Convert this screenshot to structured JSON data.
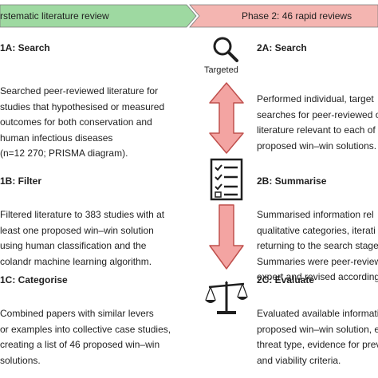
{
  "colors": {
    "phase1_fill": "#9ed9a1",
    "phase2_fill": "#f4b5b1",
    "arrow_fill": "#f3a4a2",
    "arrow_stroke": "#c0504d",
    "text": "#1f1f1f"
  },
  "banner": {
    "phase1_label": "rstematic literature review",
    "phase2_label": "Phase 2: 46 rapid reviews"
  },
  "phase1": {
    "search": {
      "heading": "1A: Search",
      "lines": [
        "Searched peer-reviewed literature for",
        "studies that hypothesised or measured",
        "outcomes for both conservation and",
        "human infectious diseases",
        "(n=12 270; PRISMA diagram)."
      ]
    },
    "filter": {
      "heading": "1B: Filter",
      "lines": [
        "Filtered literature to 383 studies with at",
        "least one proposed win–win solution",
        "using human classification and the",
        "colandr machine learning algorithm."
      ]
    },
    "categorise": {
      "heading": "1C: Categorise",
      "lines": [
        "Combined papers with similar levers",
        "or examples into collective case studies,",
        "creating a list of 46 proposed win–win",
        "solutions."
      ]
    }
  },
  "icons": {
    "search": "magnifier-icon",
    "search_label": "Targeted",
    "summarise": "checklist-icon",
    "evaluate": "balance-scale-icon"
  },
  "phase2": {
    "search": {
      "heading": "2A: Search",
      "lines": [
        "Performed individual, target",
        "searches for peer-reviewed o",
        "literature relevant to each of",
        "proposed win–win solutions."
      ]
    },
    "summarise": {
      "heading": "2B: Summarise",
      "lines": [
        "Summarised information rel",
        "qualitative categories, iterati",
        "returning to the search stage",
        "Summaries were peer-reviewe",
        "expert and revised according"
      ]
    },
    "evaluate": {
      "heading": "2C: Evaluate",
      "lines": [
        "Evaluated available informati",
        "proposed win–win solution, e",
        "threat type, evidence for prev",
        "and viability criteria."
      ]
    }
  }
}
